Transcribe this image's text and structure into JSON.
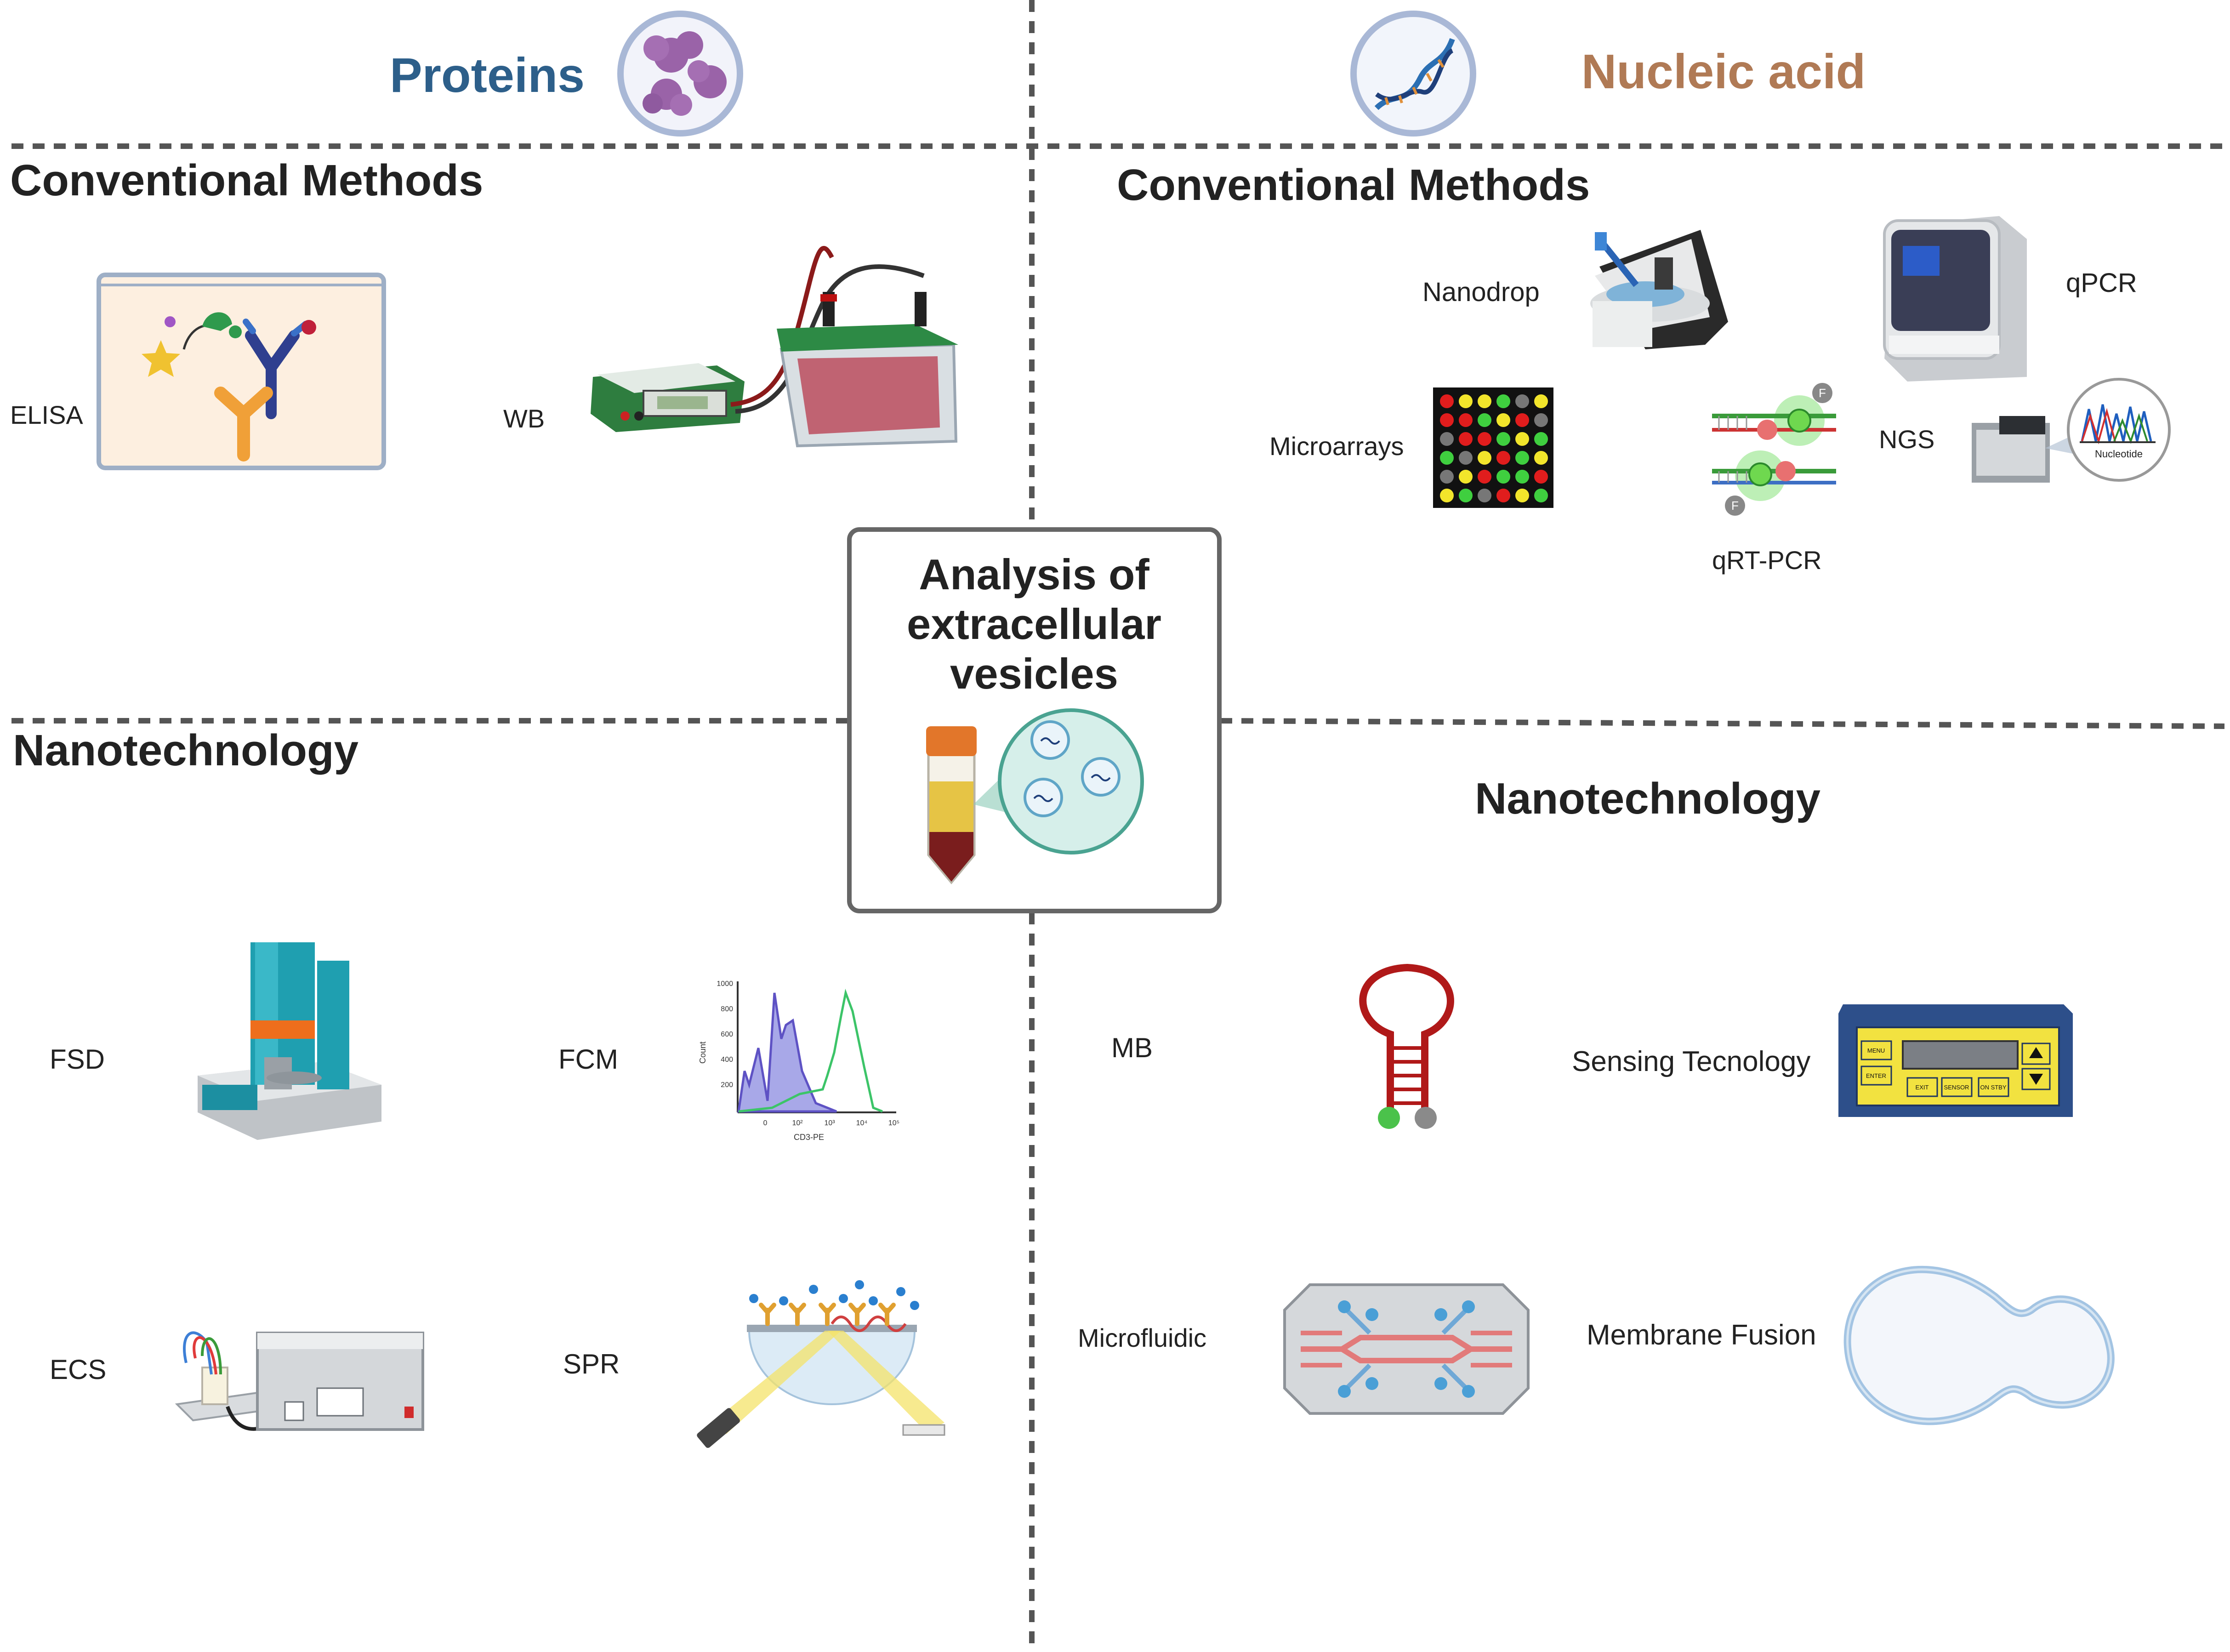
{
  "header": {
    "proteins_title": "Proteins",
    "nucleic_title": "Nucleic acid"
  },
  "colors": {
    "proteins_title": "#2d5f8a",
    "nucleic_title": "#b07a55",
    "divider": "#555555",
    "center_border": "#666666"
  },
  "center": {
    "line1": "Analysis of",
    "line2": "extracellular",
    "line3": "vesicles"
  },
  "proteins": {
    "conventional": {
      "heading": "Conventional Methods",
      "labels": {
        "elisa": "ELISA",
        "wb": "WB"
      }
    },
    "nanotech": {
      "heading": "Nanotechnology",
      "labels": {
        "fsd": "FSD",
        "fcm": "FCM",
        "ecs": "ECS",
        "spr": "SPR"
      }
    }
  },
  "nucleic": {
    "conventional": {
      "heading": "Conventional Methods",
      "labels": {
        "nanodrop": "Nanodrop",
        "qpcr": "qPCR",
        "microarrays": "Microarrays",
        "ngs": "NGS",
        "qrtpcr": "qRT-PCR"
      }
    },
    "nanotech": {
      "heading": "Nanotechnology",
      "labels": {
        "mb": "MB",
        "sensing": "Sensing Tecnology",
        "microfluidic": "Microfluidic",
        "membrane": "Membrane Fusion"
      }
    }
  },
  "icon_text": {
    "fcm_xlabel": "CD3-PE",
    "fcm_ylabel": "Count",
    "fcm_yticks": [
      "1000",
      "800",
      "600",
      "400",
      "200"
    ],
    "fcm_xticks": [
      "0",
      "10²",
      "10³",
      "10⁴",
      "10⁵"
    ],
    "ngs_bubble": "Nucleotide",
    "qrt_fluor": "F",
    "sensor_menu": "MENU",
    "sensor_enter": "ENTER",
    "sensor_exit": "EXIT",
    "sensor_sensor": "SENSOR",
    "sensor_onstby": "ON STBY"
  }
}
